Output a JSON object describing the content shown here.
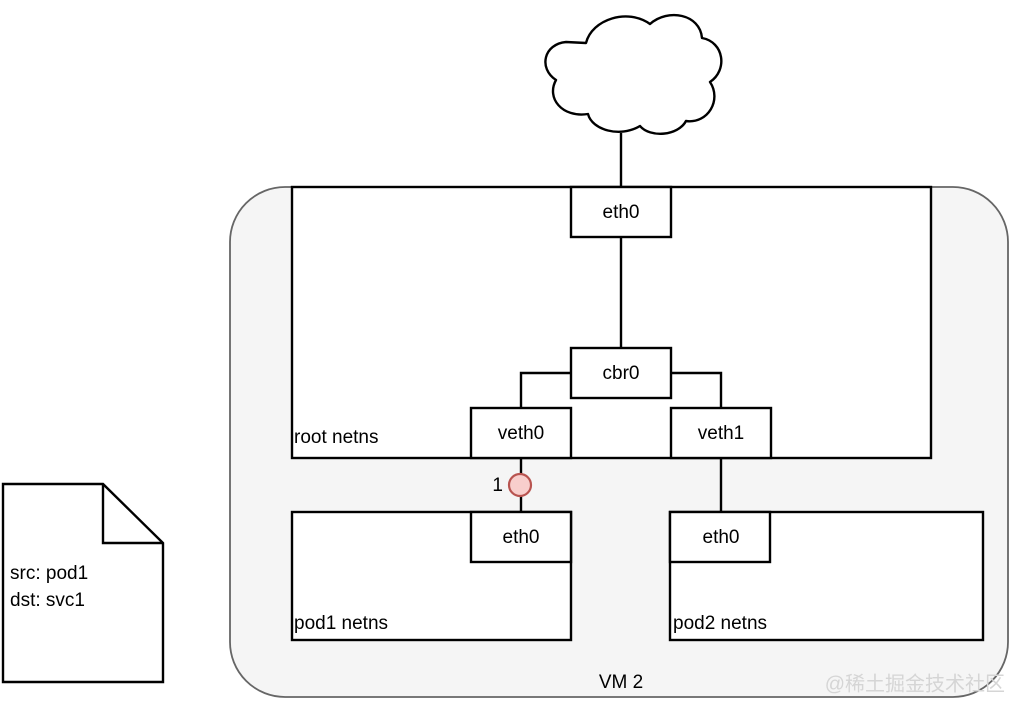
{
  "diagram": {
    "title": "VM 2",
    "vm": {
      "label": "VM 2",
      "fill": "#f5f5f5",
      "stroke": "#666666"
    },
    "cloud": {
      "name": "internet-cloud",
      "label": ""
    },
    "namespaces": [
      {
        "id": "root",
        "label": "root netns"
      },
      {
        "id": "pod1",
        "label": "pod1 netns"
      },
      {
        "id": "pod2",
        "label": "pod2 netns"
      }
    ],
    "interfaces": [
      {
        "id": "host-eth0",
        "label": "eth0"
      },
      {
        "id": "bridge",
        "label": "cbr0"
      },
      {
        "id": "veth0",
        "label": "veth0"
      },
      {
        "id": "veth1",
        "label": "veth1"
      },
      {
        "id": "pod1-eth0",
        "label": "eth0"
      },
      {
        "id": "pod2-eth0",
        "label": "eth0"
      }
    ],
    "marker": {
      "label": "1",
      "fill": "#f8cecc",
      "stroke": "#b85450"
    },
    "note": {
      "line1": "src: pod1",
      "line2": "dst: svc1"
    },
    "watermark": "@稀土掘金技术社区"
  }
}
